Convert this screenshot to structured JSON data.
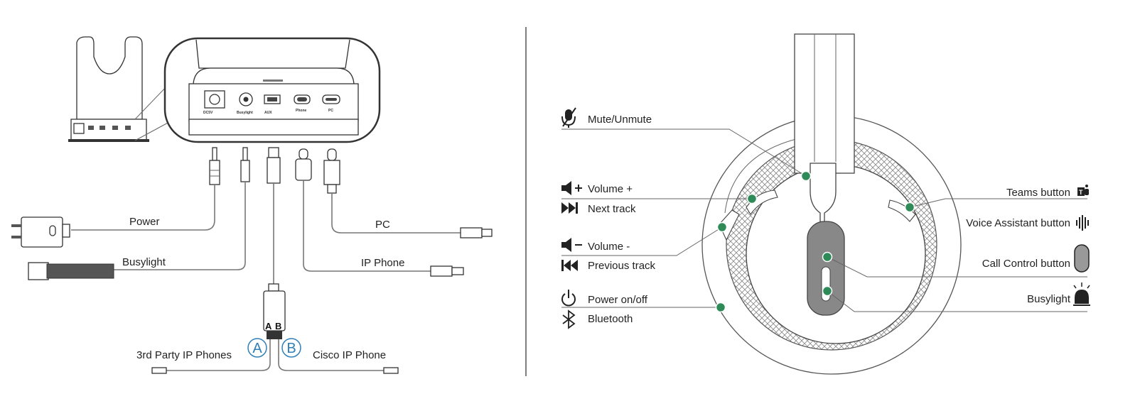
{
  "left": {
    "cables": {
      "power": "Power",
      "busylight": "Busylight",
      "pc": "PC",
      "ip_phone": "IP Phone",
      "third_party": "3rd Party IP Phones",
      "cisco": "Cisco IP Phone"
    },
    "ports": {
      "dc": "DC5V",
      "busylight": "Busylight",
      "aux": "AUX",
      "phone": "Phone",
      "pc": "PC"
    },
    "adapter": {
      "a": "A",
      "b": "B",
      "circle_a": "A",
      "circle_b": "B"
    }
  },
  "right": {
    "left_labels": {
      "mute": "Mute/Unmute",
      "volume_up": "Volume +",
      "next_track": "Next track",
      "volume_down": "Volume -",
      "previous_track": "Previous track",
      "power": "Power on/off",
      "bluetooth": "Bluetooth"
    },
    "right_labels": {
      "teams": "Teams button",
      "voice_assistant": "Voice Assistant button",
      "call_control": "Call Control button",
      "busylight": "Busylight"
    }
  },
  "colors": {
    "callout_dot": "#2e8b57",
    "circle_letter": "#2f7fb8",
    "busylight_bar": "#555555"
  }
}
